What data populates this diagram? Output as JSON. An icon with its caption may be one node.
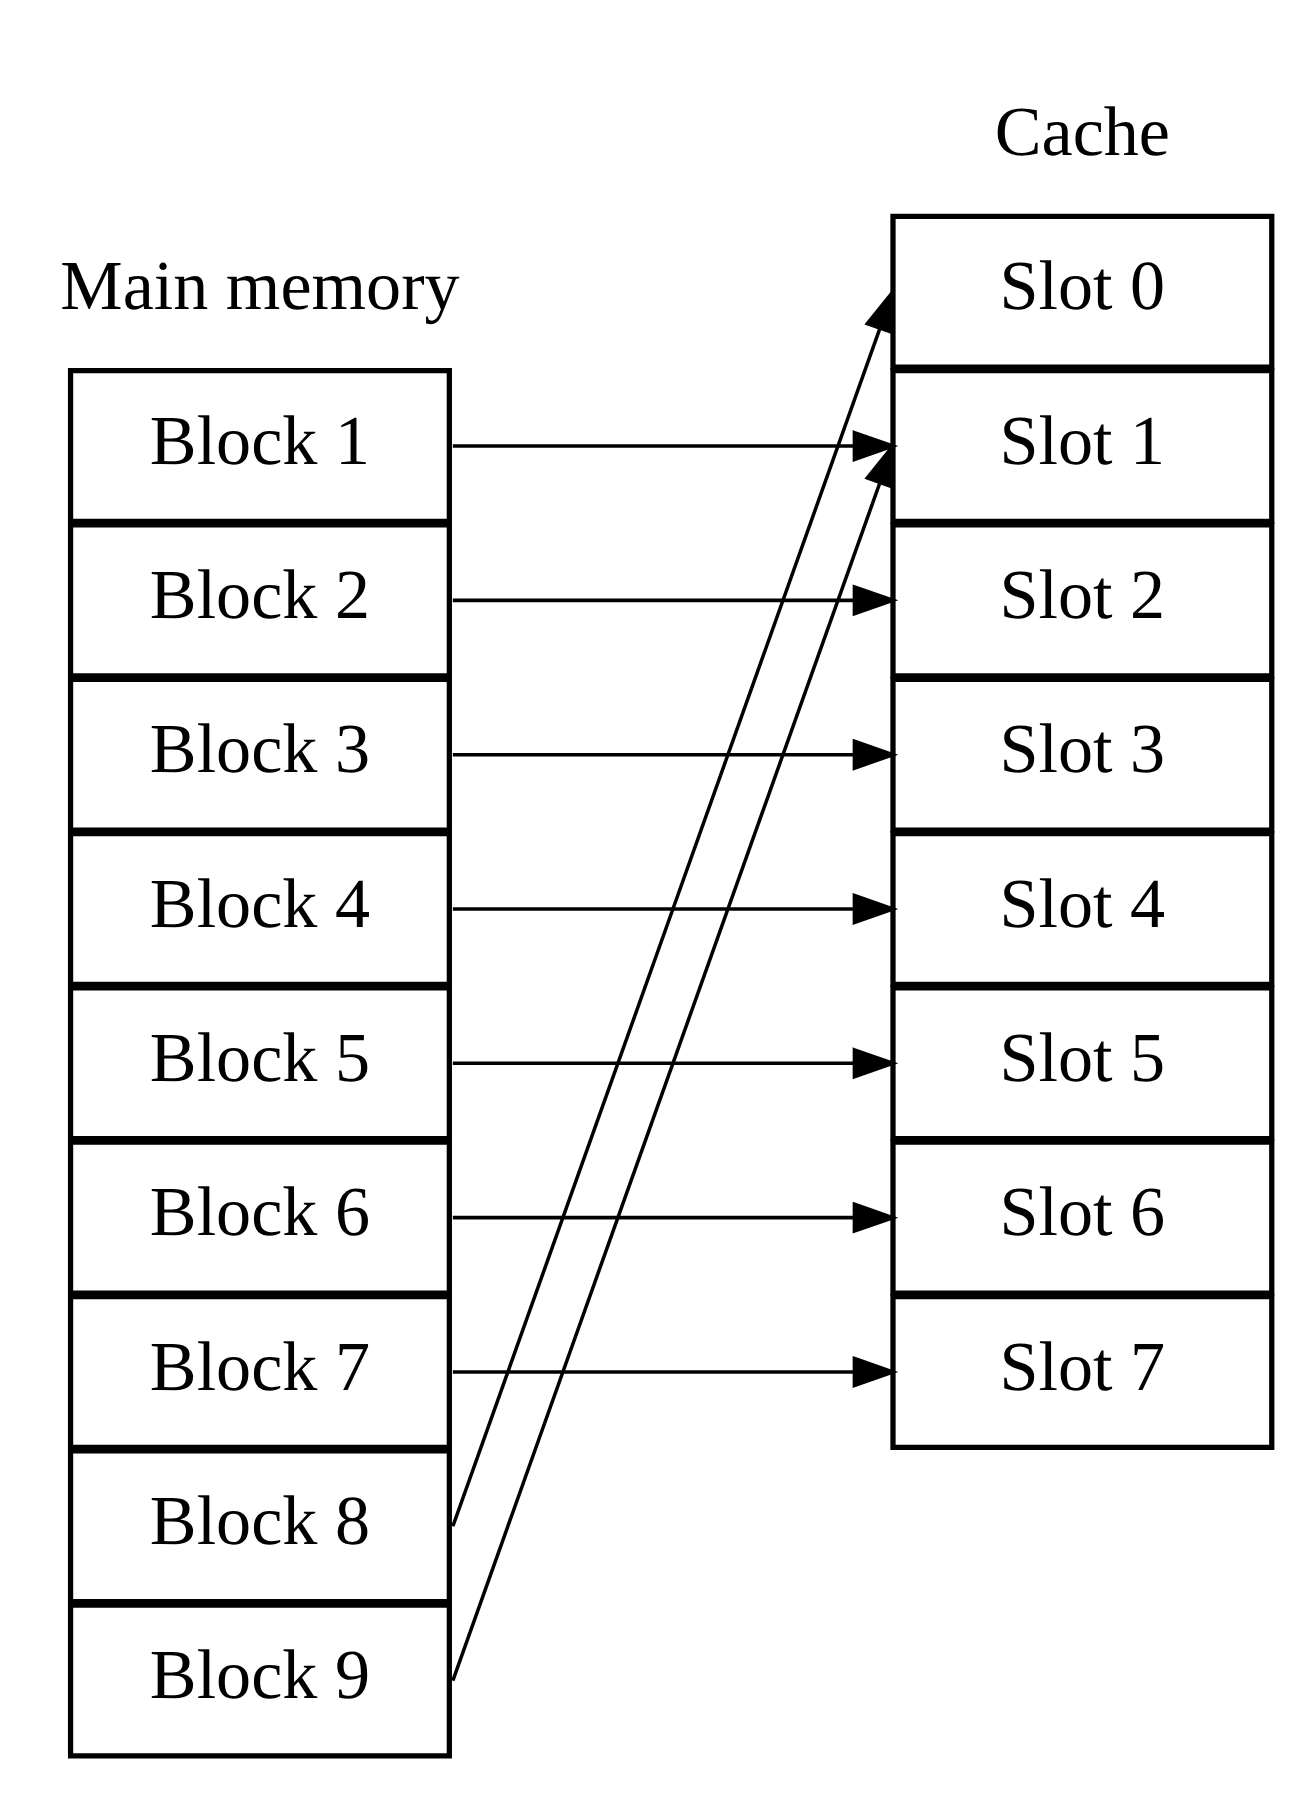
{
  "diagram": {
    "nodes": [
      {
        "text": [
          "Block 1"
        ]
      },
      {
        "text": [
          "Block 2"
        ]
      },
      {
        "text": [
          "Block 3"
        ]
      },
      {
        "text": [
          "Block 4"
        ]
      },
      {
        "text": [
          "Block 5"
        ]
      },
      {
        "text": [
          "Block 6"
        ]
      },
      {
        "text": [
          "Block 7"
        ]
      },
      {
        "text": [
          "Block 8"
        ]
      },
      {
        "text": [
          "Block 9"
        ]
      },
      {
        "text": [
          "Slot 0"
        ]
      },
      {
        "text": [
          "Slot 1"
        ]
      },
      {
        "text": [
          "Slot 2"
        ]
      },
      {
        "text": [
          "Slot 3"
        ]
      },
      {
        "text": [
          "Slot 4"
        ]
      },
      {
        "text": [
          "Slot 5"
        ]
      },
      {
        "text": [
          "Slot 6"
        ]
      },
      {
        "text": [
          "Slot 7"
        ]
      }
    ],
    "edges": [
      {
        "from": 0,
        "to": 10,
        "arrow": "to"
      },
      {
        "from": 1,
        "to": 11,
        "arrow": "to"
      },
      {
        "from": 2,
        "to": 12,
        "arrow": "to"
      },
      {
        "from": 3,
        "to": 13,
        "arrow": "to"
      },
      {
        "from": 4,
        "to": 14,
        "arrow": "to"
      },
      {
        "from": 5,
        "to": 15,
        "arrow": "to"
      },
      {
        "from": 6,
        "to": 16,
        "arrow": "to"
      },
      {
        "from": 7,
        "to": 9,
        "arrow": "to"
      },
      {
        "from": 8,
        "to": 10,
        "arrow": "to"
      }
    ],
    "labels": [
      "Main memory",
      "Cache"
    ]
  }
}
